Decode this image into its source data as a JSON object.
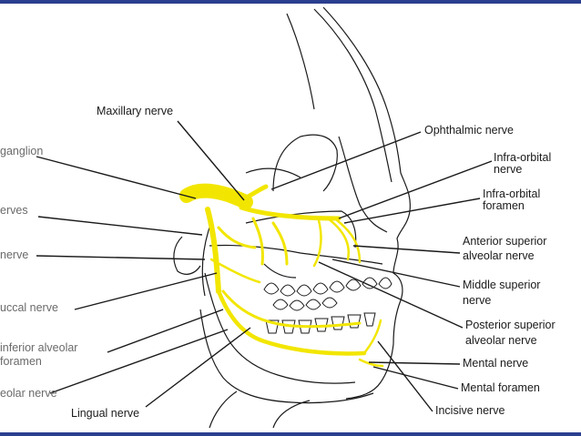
{
  "colors": {
    "nerve": "#f2e600",
    "outline": "#1a1a1a",
    "border": "#2a3f8f"
  },
  "labels": {
    "maxillary_nerve": "Maxillary nerve",
    "ophthalmic_nerve": "Ophthalmic nerve",
    "infra_orbital_nerve_1": "Infra-orbital",
    "infra_orbital_nerve_2": "nerve",
    "infra_orbital_foramen_1": "Infra-orbital",
    "infra_orbital_foramen_2": "foramen",
    "anterior_superior_1": "Anterior superior",
    "anterior_superior_2": "alveolar nerve",
    "middle_superior_1": "Middle superior",
    "middle_superior_2": "nerve",
    "posterior_superior_1": "Posterior superior",
    "posterior_superior_2": "alveolar nerve",
    "mental_nerve": "Mental nerve",
    "mental_foramen": "Mental foramen",
    "incisive_nerve": "Incisive nerve",
    "lingual_nerve": "Lingual nerve",
    "ganglion": "ganglion",
    "nerves": "erves",
    "nerve": "nerve",
    "buccal_nerve": "uccal nerve",
    "inferior_alveolar_1": "inferior alveolar",
    "inferior_alveolar_2": "foramen",
    "alveolar_nerve": "eolar nerve"
  }
}
